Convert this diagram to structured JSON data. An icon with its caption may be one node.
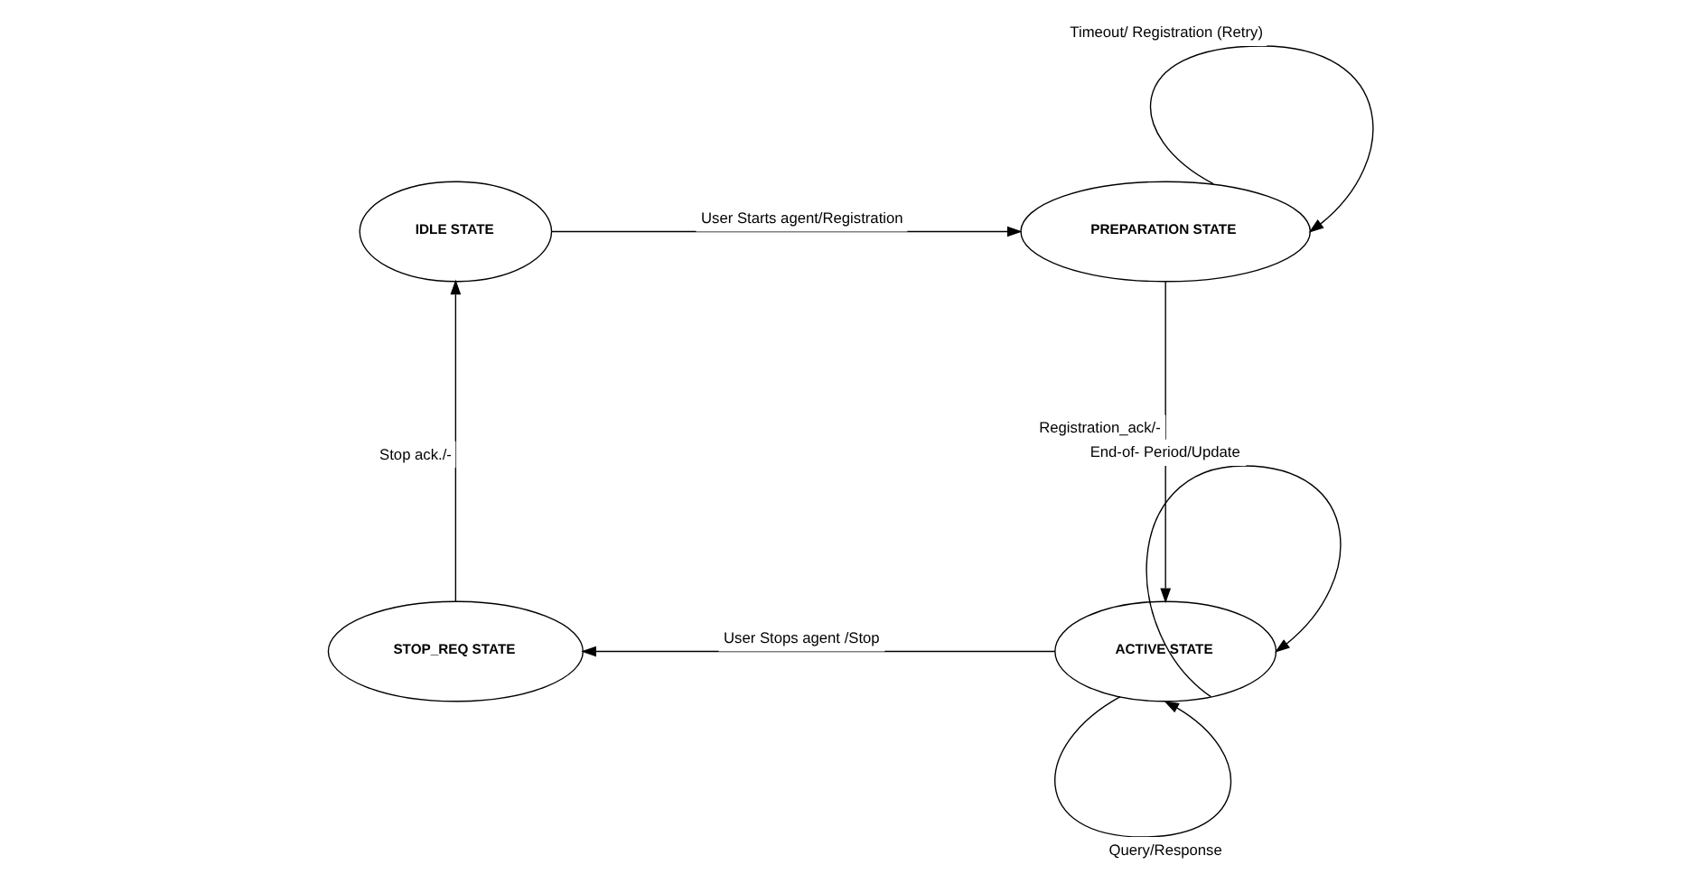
{
  "diagram": {
    "nodes": [
      {
        "text": [
          "IDLE STATE"
        ]
      },
      {
        "text": [
          "PREPARATION STATE"
        ]
      },
      {
        "text": [
          "ACTIVE STATE"
        ]
      },
      {
        "text": [
          "STOP_REQ STATE"
        ]
      }
    ],
    "edges": [
      {
        "from": 0,
        "to": 1,
        "arrow": "to",
        "label": "User Starts agent/Registration"
      },
      {
        "from": 1,
        "to": 1,
        "arrow": "to",
        "label": "Timeout/ Registration (Retry)"
      },
      {
        "from": 1,
        "to": 2,
        "arrow": "to",
        "label": "Registration_ack/-"
      },
      {
        "from": 2,
        "to": 2,
        "arrow": "to",
        "label": "Query/Response"
      },
      {
        "from": 2,
        "to": 2,
        "arrow": "to",
        "label": "End-of- Period/Update"
      },
      {
        "from": 2,
        "to": 3,
        "arrow": "to",
        "label": "User Stops agent /Stop"
      },
      {
        "from": 3,
        "to": 0,
        "arrow": "to",
        "label": "Stop ack./-"
      }
    ]
  }
}
